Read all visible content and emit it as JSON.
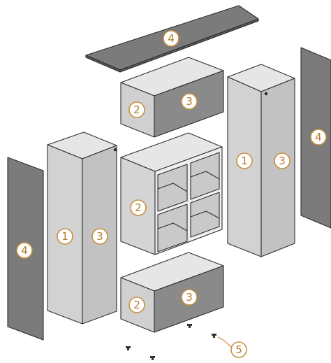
{
  "callouts": {
    "side_panel": "1",
    "back_panel": "2",
    "front_face": "3",
    "cover_panel": "4",
    "foot": "5"
  },
  "colors": {
    "light_face": "#d6d6d6",
    "mid_face": "#c4c4c4",
    "dark_face": "#8a8a8a",
    "top_face": "#e6e6e6",
    "panel": "#7b7b7b",
    "panel_edge": "#5a5a5a",
    "badge_stroke": "#c8913f",
    "badge_text": "#b47a2c"
  },
  "icons": [
    "exploded-shelving-diagram",
    "foot-glyph"
  ]
}
